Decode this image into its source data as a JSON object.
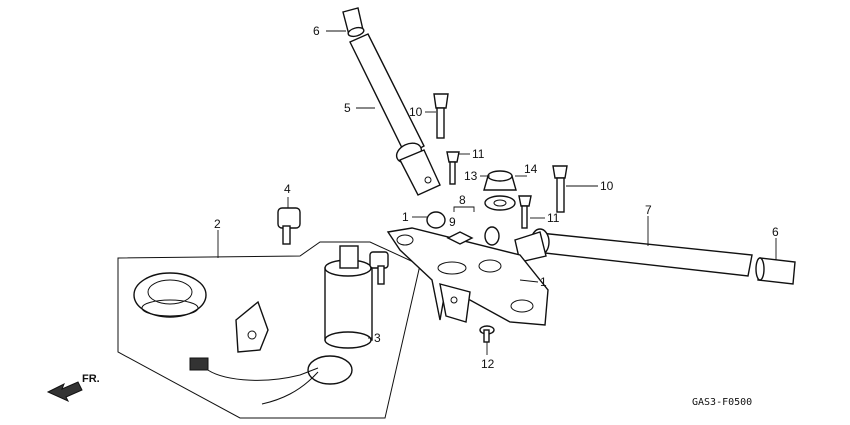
{
  "diagram": {
    "direction_label": "FR.",
    "drawing_code": "GAS3-F0500",
    "callouts": {
      "c1a": "1",
      "c1b": "1",
      "c2": "2",
      "c3": "3",
      "c4": "4",
      "c5": "5",
      "c6a": "6",
      "c6b": "6",
      "c7": "7",
      "c8": "8",
      "c9": "9",
      "c10a": "10",
      "c10b": "10",
      "c11a": "11",
      "c11b": "11",
      "c12": "12",
      "c13": "13",
      "c14": "14"
    }
  }
}
